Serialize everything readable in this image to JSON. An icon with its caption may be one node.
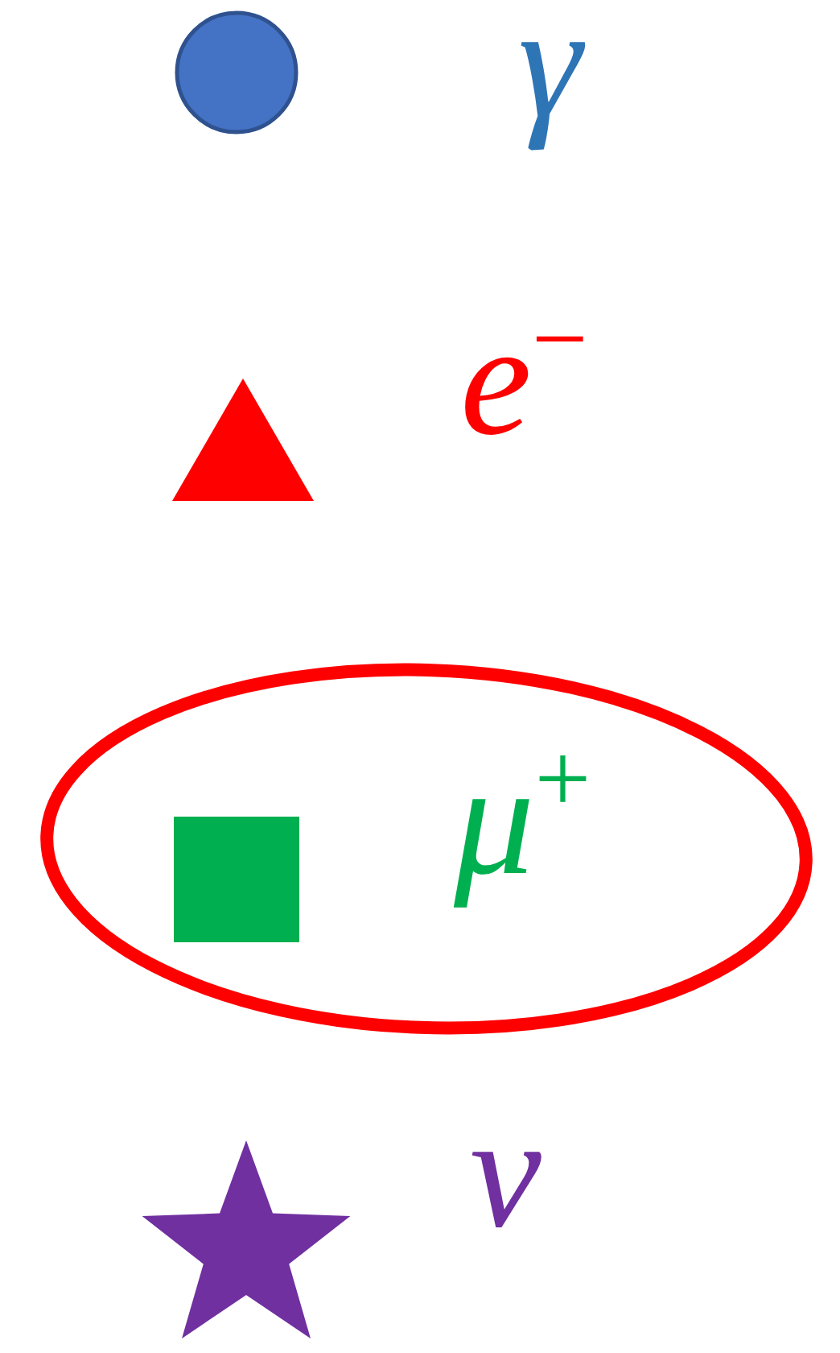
{
  "diagram": {
    "nodes": [
      {
        "text": [],
        "shape": "ellipse"
      }
    ],
    "legend": [
      {
        "text": "γ",
        "color": "#4472c4"
      },
      {
        "text": "e$^{−}$",
        "color": "#ff0000"
      },
      {
        "text": "μ$^{+}$",
        "color": "#00b050"
      },
      {
        "text": "ν",
        "color": "#7030a0"
      }
    ]
  }
}
